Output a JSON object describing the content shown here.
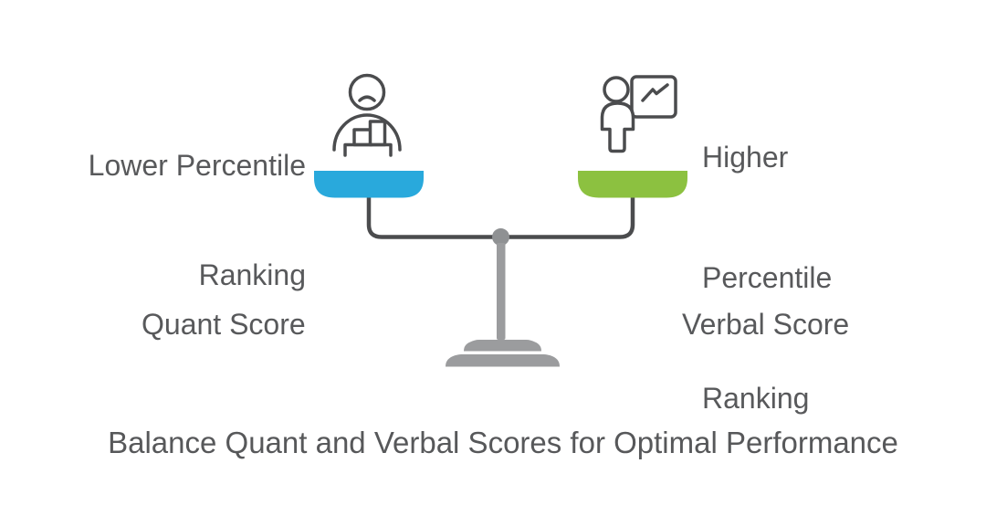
{
  "caption": "Balance Quant and Verbal Scores for Optimal Performance",
  "scale": {
    "left": {
      "label_line1": "Lower Percentile",
      "label_line2": "Ranking",
      "pan_label": "Quant Score",
      "icon": "sad-person-with-bar-chart-icon"
    },
    "right": {
      "label_line1": "Higher",
      "label_line2": "Percentile",
      "label_line3": "Ranking",
      "pan_label": "Verbal Score",
      "icon": "person-presenting-growth-chart-icon"
    }
  },
  "colors": {
    "blue_pan": "#29a9dc",
    "green_pan": "#8cc140",
    "icon_stroke": "#4b4c4e",
    "beam_stroke": "#4b4c4e",
    "stand_gray": "#9b9c9e",
    "pivot_gray": "#8f9193",
    "text_gray": "#58595b",
    "background": "#ffffff"
  }
}
